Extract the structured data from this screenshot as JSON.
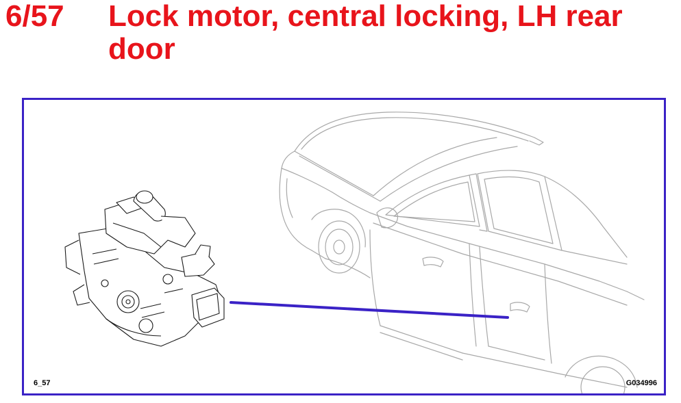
{
  "header": {
    "number": "6/57",
    "title": "Lock motor, central locking, LH rear door"
  },
  "diagram": {
    "label_left": "6_57",
    "label_right": "G034996",
    "colors": {
      "title": "#e8141b",
      "frame": "#3a22c6",
      "pointer": "#3a22c6",
      "linework": "#9a9a9a"
    }
  }
}
